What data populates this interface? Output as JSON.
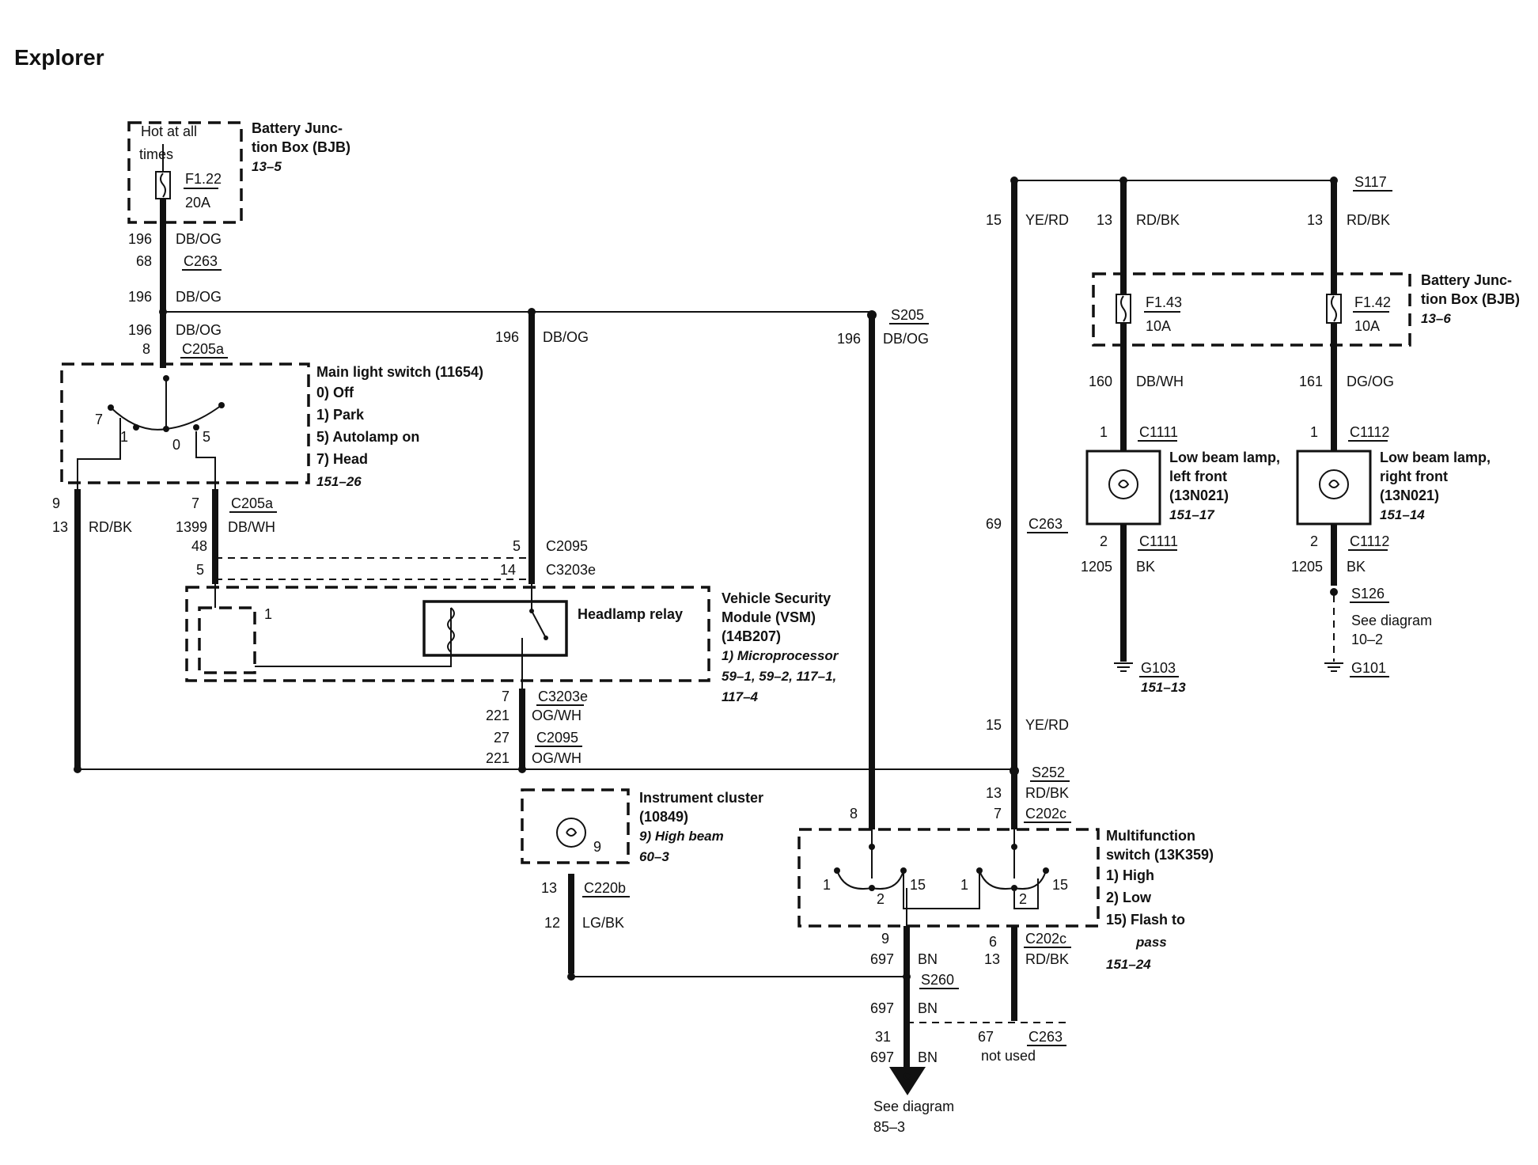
{
  "title": "Explorer",
  "bjb_left": {
    "hot_line1": "Hot at all",
    "hot_line2": "times",
    "fuse_id": "F1.22",
    "fuse_rating": "20A",
    "name_line1": "Battery Junc-",
    "name_line2": "tion Box (BJB)",
    "ref": "13–5"
  },
  "bjb_right": {
    "name_line1": "Battery Junc-",
    "name_line2": "tion Box (BJB)",
    "ref": "13–6",
    "fuse_a_id": "F1.43",
    "fuse_a_rating": "10A",
    "fuse_b_id": "F1.42",
    "fuse_b_rating": "10A"
  },
  "main_switch": {
    "title": "Main light switch (11654)",
    "items": [
      "0)  Off",
      "1)  Park",
      "5)  Autolamp on",
      "7)  Head"
    ],
    "ref": "151–26",
    "pin7": "7",
    "pin1": "1",
    "pin0": "0",
    "pin5": "5"
  },
  "vsm": {
    "line1": "Vehicle Security",
    "line2": "Module (VSM)",
    "line3": "(14B207)",
    "item1": "1)   Microprocessor",
    "refs1": "59–1, 59–2, 117–1,",
    "refs2": "117–4",
    "relay": "Headlamp relay",
    "pin1": "1"
  },
  "cluster": {
    "line1": "Instrument cluster",
    "line2": "(10849)",
    "item": "9)   High beam",
    "ref": "60–3",
    "pin": "9"
  },
  "mfs": {
    "line1": "Multifunction",
    "line2": "switch (13K359)",
    "items": [
      "1)   High",
      "2)   Low",
      "15)  Flash to"
    ],
    "item_cont": "pass",
    "ref": "151–24",
    "pins": [
      "1",
      "2",
      "15",
      "1",
      "2",
      "15"
    ]
  },
  "lamp_left": {
    "line1": "Low beam lamp,",
    "line2": "left front",
    "line3": "(13N021)",
    "ref": "151–17"
  },
  "lamp_right": {
    "line1": "Low beam lamp,",
    "line2": "right front",
    "line3": "(13N021)",
    "ref": "151–14"
  },
  "wires": {
    "w196a": "196",
    "c196a": "DB/OG",
    "p68": "68",
    "c263a": "C263",
    "w196b": "196",
    "c196b": "DB/OG",
    "w196c": "196",
    "c196c": "DB/OG",
    "p8a": "8",
    "c205a1": "C205a",
    "w196d": "196",
    "c196d": "DB/OG",
    "s205": "S205",
    "w196e": "196",
    "c196e": "DB/OG",
    "p9": "9",
    "w13a": "13",
    "c13a": "RD/BK",
    "p7a": "7",
    "c205a2": "C205a",
    "w1399": "1399",
    "c1399": "DB/WH",
    "p48": "48",
    "p5a": "5",
    "p5b": "5",
    "c2095a": "C2095",
    "p14": "14",
    "c3203ea": "C3203e",
    "p7b": "7",
    "c3203eb": "C3203e",
    "w221a": "221",
    "c221a": "OG/WH",
    "p27": "27",
    "c2095b": "C2095",
    "w221b": "221",
    "c221b": "OG/WH",
    "w15a": "15",
    "c15a": "YE/RD",
    "w13b": "13",
    "c13b": "RD/BK",
    "s117": "S117",
    "w13c": "13",
    "c13c": "RD/BK",
    "w160": "160",
    "c160": "DB/WH",
    "w161": "161",
    "c161": "DG/OG",
    "p1a": "1",
    "c1111a": "C1111",
    "p1b": "1",
    "c1112a": "C1112",
    "p69": "69",
    "c263b": "C263",
    "p2a": "2",
    "c1111b": "C1111",
    "p2b": "2",
    "c1112b": "C1112",
    "w1205a": "1205",
    "c1205a": "BK",
    "w1205b": "1205",
    "c1205b": "BK",
    "s126": "S126",
    "see1": "See diagram",
    "see1ref": "10–2",
    "g103": "G103",
    "g103ref": "151–13",
    "g101": "G101",
    "w15b": "15",
    "c15b": "YE/RD",
    "s252": "S252",
    "w13d": "13",
    "c13d": "RD/BK",
    "p8b": "8",
    "p7c": "7",
    "c202c1": "C202c",
    "p13c": "13",
    "c220b": "C220b",
    "w12": "12",
    "c12": "LG/BK",
    "p9b": "9",
    "w697a": "697",
    "c697a": "BN",
    "p6": "6",
    "c202c2": "C202c",
    "w13e": "13",
    "c13e": "RD/BK",
    "s260": "S260",
    "w697b": "697",
    "c697b": "BN",
    "p31": "31",
    "w697c": "697",
    "c697c": "BN",
    "p67": "67",
    "c263c": "C263",
    "notused": "not used",
    "connector_letter": "C",
    "see2": "See diagram",
    "see2ref": "85–3"
  }
}
